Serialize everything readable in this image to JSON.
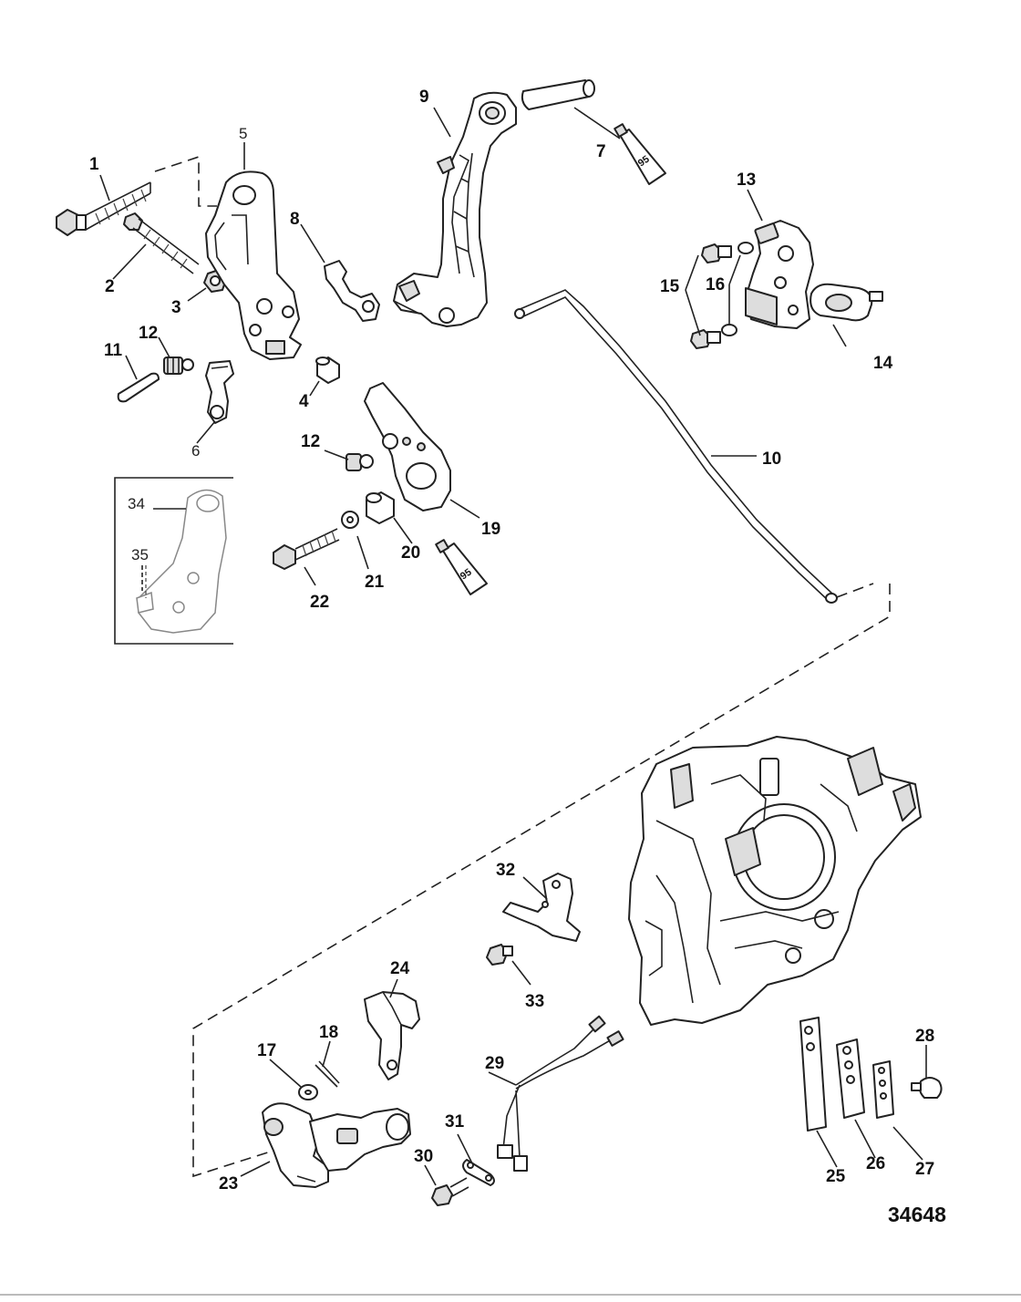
{
  "diagram": {
    "reference_number": "34648",
    "callouts": {
      "c1": "1",
      "c2": "2",
      "c3": "3",
      "c4": "4",
      "c5": "5",
      "c6": "6",
      "c7": "7",
      "c8": "8",
      "c9": "9",
      "c10": "10",
      "c11": "11",
      "c12a": "12",
      "c12b": "12",
      "c13": "13",
      "c14": "14",
      "c15": "15",
      "c16": "16",
      "c17": "17",
      "c18": "18",
      "c19": "19",
      "c20": "20",
      "c21": "21",
      "c22": "22",
      "c23": "23",
      "c24": "24",
      "c25": "25",
      "c26": "26",
      "c27": "27",
      "c28": "28",
      "c29": "29",
      "c30": "30",
      "c31": "31",
      "c32": "32",
      "c33": "33",
      "c34": "34",
      "c35": "35"
    },
    "tube_labels": {
      "tube7": "95",
      "tube20": "95"
    }
  }
}
